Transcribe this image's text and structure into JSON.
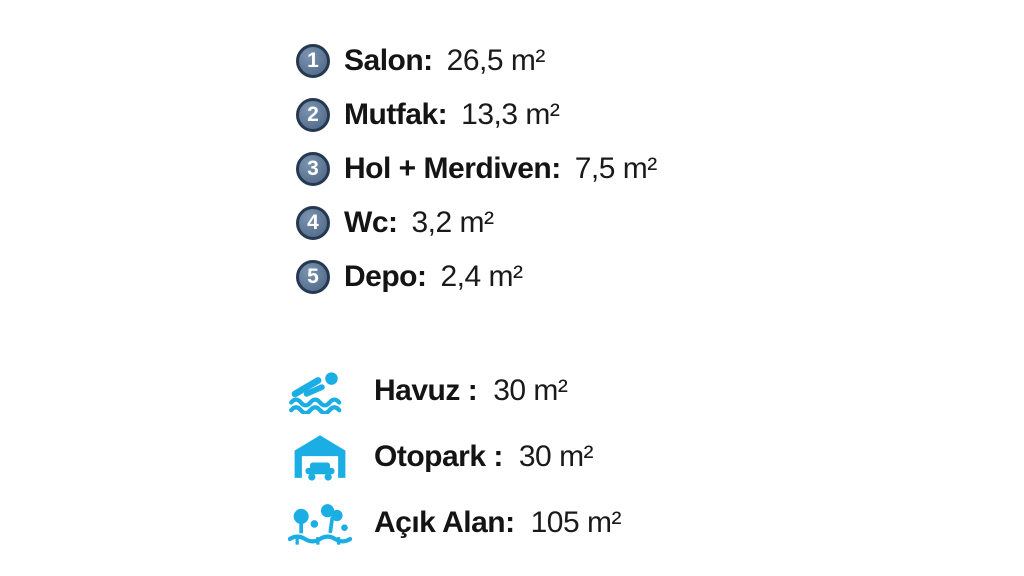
{
  "page": {
    "background": "#ffffff"
  },
  "colors": {
    "badge_fill": "#5b7593",
    "badge_border": "#253850",
    "badge_number": "#ffffff",
    "text": "#141414",
    "icon_accent": "#1aaee5"
  },
  "rooms": [
    {
      "num": "1",
      "label": "Salon:",
      "value": "26,5 m²"
    },
    {
      "num": "2",
      "label": "Mutfak:",
      "value": "13,3 m²"
    },
    {
      "num": "3",
      "label": "Hol + Merdiven:",
      "value": "7,5 m²"
    },
    {
      "num": "4",
      "label": "Wc:",
      "value": "3,2 m²"
    },
    {
      "num": "5",
      "label": "Depo:",
      "value": "2,4 m²"
    }
  ],
  "amenities": [
    {
      "icon": "swimmer-icon",
      "label": "Havuz :",
      "value": "30 m²"
    },
    {
      "icon": "garage-icon",
      "label": "Otopark :",
      "value": "30 m²"
    },
    {
      "icon": "garden-icon",
      "label": "Açık Alan:",
      "value": "105 m²"
    }
  ]
}
